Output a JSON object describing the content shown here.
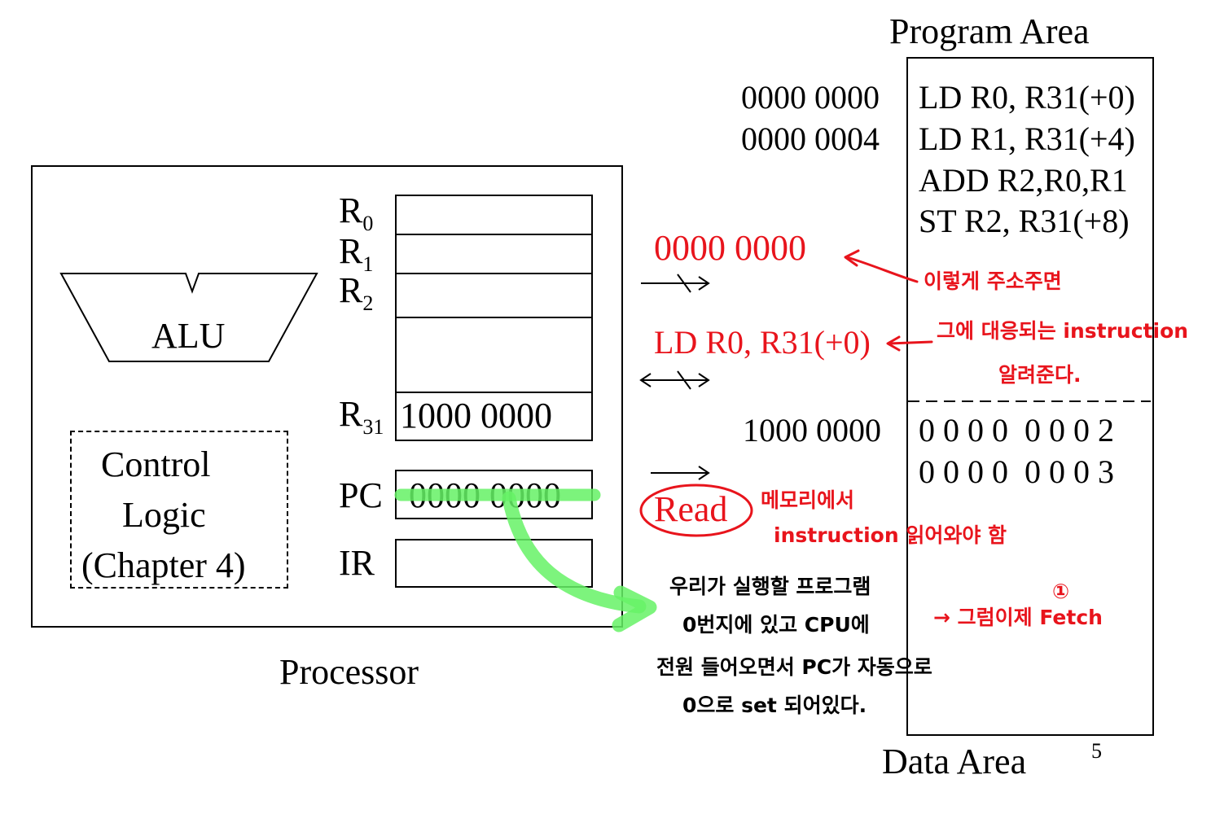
{
  "processor": {
    "label": "Processor",
    "alu": "ALU",
    "control": [
      "Control",
      "Logic",
      "(Chapter 4)"
    ],
    "registers": [
      {
        "name": "R",
        "sub": "0"
      },
      {
        "name": "R",
        "sub": "1"
      },
      {
        "name": "R",
        "sub": "2"
      },
      {
        "name": "R",
        "sub": "31"
      }
    ],
    "r31_value": "1000 0000",
    "pc_label": "PC",
    "pc_value": "0000 0000",
    "ir_label": "IR"
  },
  "bus": {
    "address": "0000 0000",
    "data": "LD R0, R31(+0)",
    "control": "Read"
  },
  "memory": {
    "program_title": "Program Area",
    "data_title": "Data Area",
    "program_rows": [
      {
        "addr": "0000 0000",
        "content": "LD R0, R31(+0)"
      },
      {
        "addr": "0000 0004",
        "content": "LD R1, R31(+4)"
      },
      {
        "addr": "",
        "content": "ADD R2,R0,R1"
      },
      {
        "addr": "",
        "content": "ST R2, R31(+8)"
      }
    ],
    "data_rows": [
      {
        "addr": "1000 0000",
        "content": "0 0 0 0  0 0 0 2"
      },
      {
        "addr": "",
        "content": "0 0 0 0  0 0 0 3"
      }
    ]
  },
  "notes": {
    "address_note": "이렇게 주소주면",
    "instruction_note": [
      "그에 대응되는 instruction",
      "알려준다."
    ],
    "read_note": [
      "메모리에서",
      "instruction 읽어와야 함"
    ],
    "fetch_number": "①",
    "fetch_note": "→ 그럼이제 Fetch",
    "program_note": [
      "우리가 실행할 프로그램",
      "0번지에 있고 CPU에",
      "전원 들어오면서 PC가 자동으로",
      "0으로 set 되어있다."
    ]
  },
  "page_number": "5",
  "colors": {
    "annotation_red": "#e8141c",
    "highlight_green": "#66f266"
  }
}
